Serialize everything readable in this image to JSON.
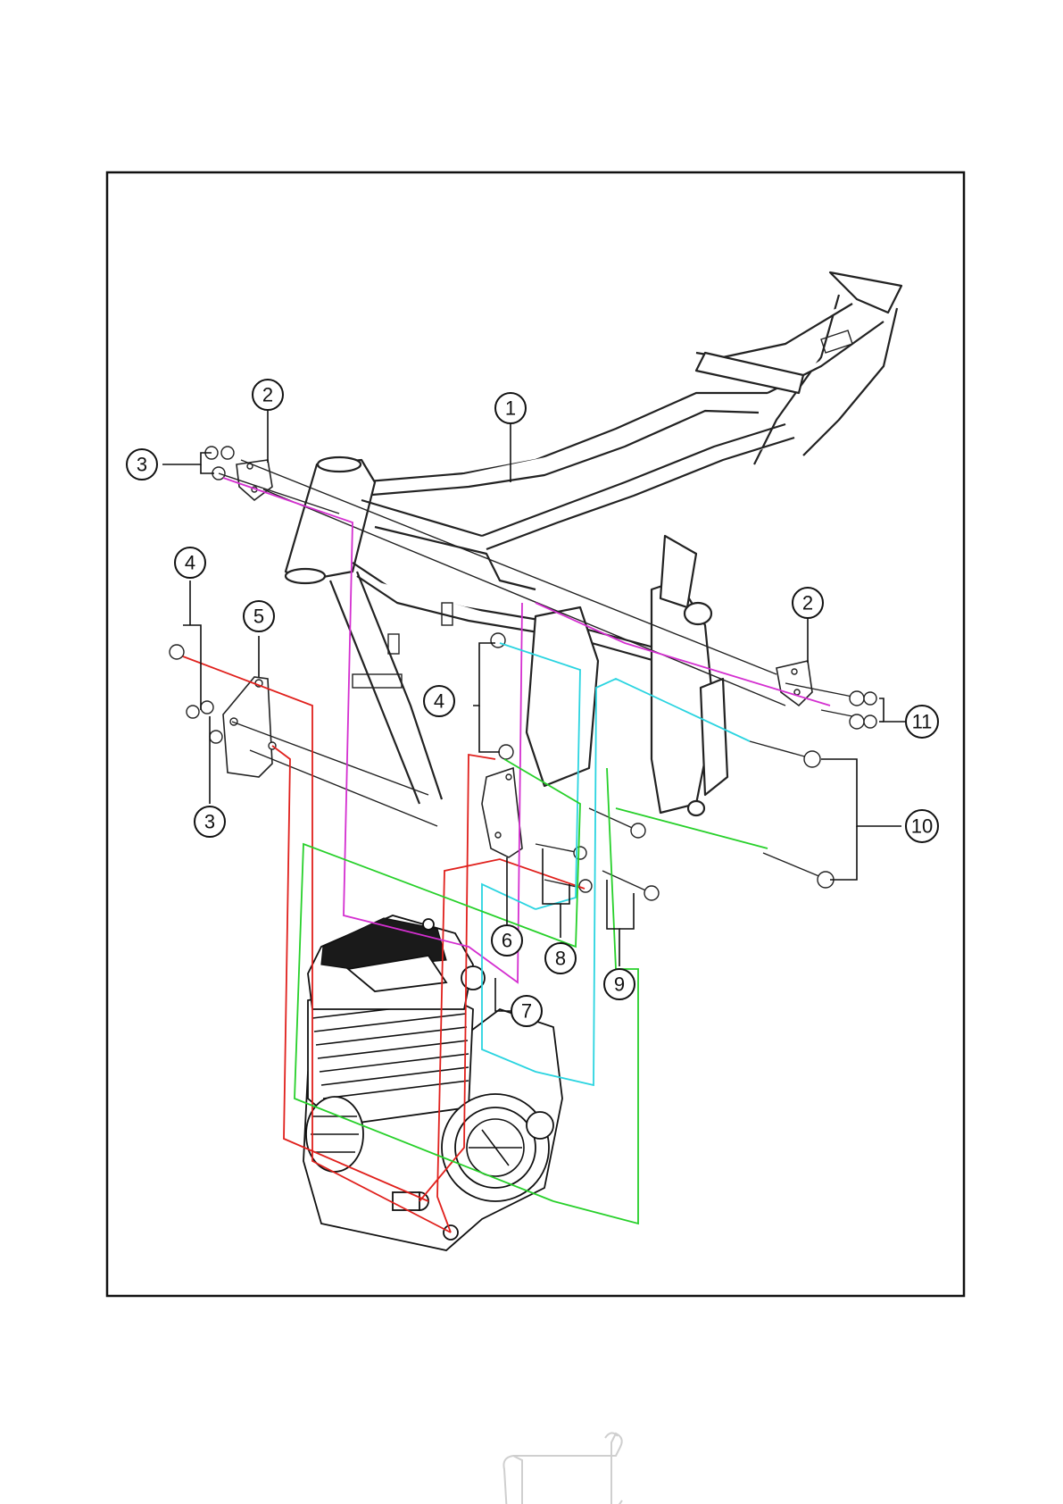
{
  "callouts": [
    {
      "id": "c1",
      "label": "1"
    },
    {
      "id": "c2a",
      "label": "2"
    },
    {
      "id": "c2b",
      "label": "2"
    },
    {
      "id": "c3a",
      "label": "3"
    },
    {
      "id": "c3b",
      "label": "3"
    },
    {
      "id": "c4a",
      "label": "4"
    },
    {
      "id": "c4b",
      "label": "4"
    },
    {
      "id": "c5",
      "label": "5"
    },
    {
      "id": "c6",
      "label": "6"
    },
    {
      "id": "c7",
      "label": "7"
    },
    {
      "id": "c8",
      "label": "8"
    },
    {
      "id": "c9",
      "label": "9"
    },
    {
      "id": "c10",
      "label": "10"
    },
    {
      "id": "c11",
      "label": "11"
    }
  ],
  "colors": {
    "red": "#e0201c",
    "magenta": "#d42fd0",
    "cyan": "#2ad4e0",
    "green": "#27d02a",
    "border": "#111111"
  },
  "icons": {
    "footer": "scroll-banner-icon"
  }
}
